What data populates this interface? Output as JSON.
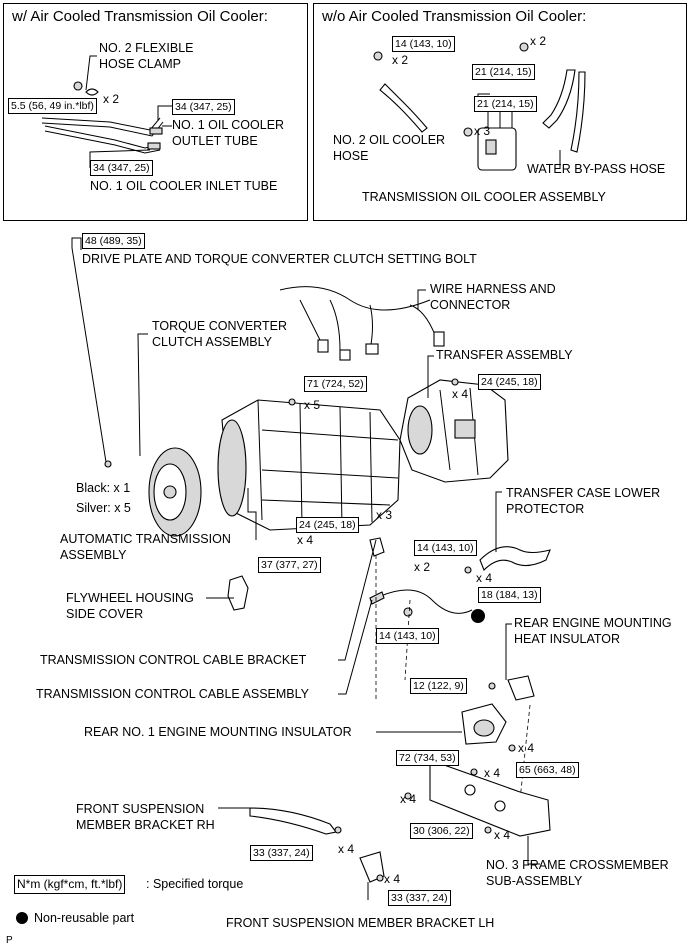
{
  "panels": {
    "with_cooler": {
      "title": "w/ Air Cooled Transmission Oil Cooler:",
      "labels": {
        "hose_clamp_1": "NO. 2 FLEXIBLE",
        "hose_clamp_2": "HOSE CLAMP",
        "outlet_1": "NO. 1 OIL COOLER",
        "outlet_2": "OUTLET TUBE",
        "inlet": "NO. 1 OIL COOLER INLET TUBE"
      },
      "torques": {
        "clamp": "5.5 (56, 49 in.*lbf)",
        "outlet": "34 (347, 25)",
        "inlet": "34 (347, 25)"
      },
      "counts": {
        "clamp": "x 2"
      }
    },
    "without_cooler": {
      "title": "w/o Air Cooled Transmission Oil Cooler:",
      "labels": {
        "oil_hose_1": "NO. 2 OIL COOLER",
        "oil_hose_2": "HOSE",
        "bypass": "WATER BY-PASS HOSE",
        "assembly": "TRANSMISSION OIL COOLER ASSEMBLY"
      },
      "torques": {
        "hose_bolt": "14 (143, 10)",
        "bypass_bolt": "21 (214, 15)",
        "cooler_bolt": "21 (214, 15)"
      },
      "counts": {
        "hose_bolt": "x 2",
        "bypass_bolt": "x 2",
        "cooler_bolt": "x 3"
      }
    }
  },
  "main": {
    "labels": {
      "drive_plate": "DRIVE PLATE AND TORQUE CONVERTER CLUTCH SETTING BOLT",
      "wire_1": "WIRE HARNESS AND",
      "wire_2": "CONNECTOR",
      "tc_1": "TORQUE CONVERTER",
      "tc_2": "CLUTCH ASSEMBLY",
      "transfer": "TRANSFER ASSEMBLY",
      "black": "Black: x 1",
      "silver": "Silver: x 5",
      "tcl_1": "TRANSFER CASE LOWER",
      "tcl_2": "PROTECTOR",
      "at_1": "AUTOMATIC TRANSMISSION",
      "at_2": "ASSEMBLY",
      "flywheel_1": "FLYWHEEL HOUSING",
      "flywheel_2": "SIDE COVER",
      "rem_heat_1": "REAR ENGINE MOUNTING",
      "rem_heat_2": "HEAT INSULATOR",
      "cable_bracket": "TRANSMISSION CONTROL CABLE BRACKET",
      "cable_assembly": "TRANSMISSION CONTROL CABLE ASSEMBLY",
      "rear_mount": "REAR NO. 1 ENGINE MOUNTING INSULATOR",
      "fsm_rh_1": "FRONT SUSPENSION",
      "fsm_rh_2": "MEMBER BRACKET RH",
      "frame_1": "NO. 3 FRAME CROSSMEMBER",
      "frame_2": "SUB-ASSEMBLY",
      "fsm_lh": "FRONT SUSPENSION MEMBER BRACKET LH"
    },
    "torques": {
      "drive_plate": "48 (489, 35)",
      "trans_upper": "71 (724, 52)",
      "transfer": "24 (245, 18)",
      "trans_mid": "24 (245, 18)",
      "trans_low": "37 (377, 27)",
      "bracket": "14 (143, 10)",
      "cable": "14 (143, 10)",
      "protector": "18 (184, 13)",
      "heat_ins": "12 (122, 9)",
      "mount": "72 (734, 53)",
      "frame": "65 (663, 48)",
      "frame_low": "30 (306, 22)",
      "fsm_rh": "33 (337, 24)",
      "fsm_lh": "33 (337, 24)"
    },
    "counts": {
      "trans_upper": "x 5",
      "transfer": "x 4",
      "trans_mid": "x 3",
      "trans_low": "x 4",
      "bracket": "x 2",
      "protector": "x 4",
      "mount": "x 4",
      "frame": "x 4",
      "frame_bolt": "x 4",
      "frame_low": "x 4",
      "fsm_rh": "x 4",
      "fsm_lh": "x 4"
    }
  },
  "legend": {
    "torque_unit": "N*m (kgf*cm, ft.*lbf)",
    "torque_text": ": Specified torque",
    "nonreusable": "Non-reusable part"
  },
  "corner_mark": "P"
}
